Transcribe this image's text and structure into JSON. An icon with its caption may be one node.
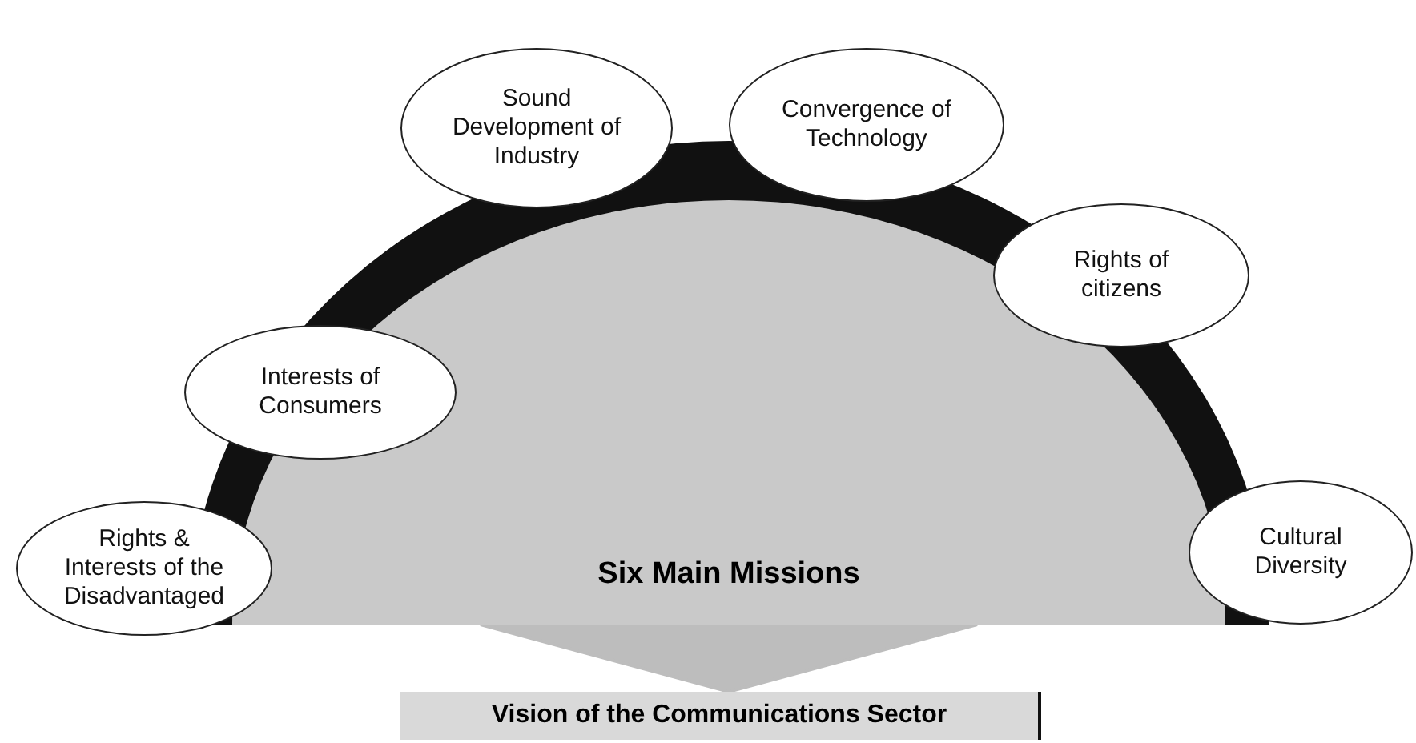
{
  "diagram": {
    "nodes": [
      {
        "text": [
          "Sound Development of Industry"
        ]
      },
      {
        "text": [
          "Convergence of Technology"
        ]
      },
      {
        "text": [
          "Interests of Consumers"
        ]
      },
      {
        "text": [
          "Rights of citizens"
        ]
      },
      {
        "text": [
          "Rights & Interests of the Disadvantaged"
        ]
      },
      {
        "text": [
          "Cultural Diversity"
        ]
      },
      {
        "text": [
          "Six Main Missions"
        ]
      },
      {
        "text": [
          "Vision of the Communications Sector"
        ]
      }
    ],
    "edges": [
      {
        "from": 6,
        "to": 7,
        "arrow": "to"
      }
    ]
  }
}
